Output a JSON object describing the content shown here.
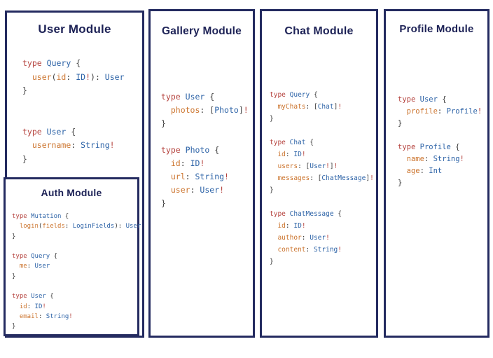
{
  "colors": {
    "border": "#242b60",
    "title": "#1d2256",
    "kw": "#b5433e",
    "type": "#2d63a7",
    "field": "#cc752f",
    "punct": "#3d3d3d"
  },
  "panels": [
    {
      "title": "User Module",
      "code": [
        [
          [
            "type",
            "k"
          ],
          [
            " ",
            "p"
          ],
          [
            "Query",
            "t"
          ],
          [
            " {",
            "p"
          ]
        ],
        [
          [
            "  ",
            "p"
          ],
          [
            "user",
            "f"
          ],
          [
            "(",
            "p"
          ],
          [
            "id",
            "f"
          ],
          [
            ": ",
            "p"
          ],
          [
            "ID",
            "t"
          ],
          [
            "!",
            "k"
          ],
          [
            "): ",
            "p"
          ],
          [
            "User",
            "t"
          ]
        ],
        [
          [
            "}",
            "p"
          ]
        ],
        [],
        [],
        [
          [
            "type",
            "k"
          ],
          [
            " ",
            "p"
          ],
          [
            "User",
            "t"
          ],
          [
            " {",
            "p"
          ]
        ],
        [
          [
            "  ",
            "p"
          ],
          [
            "username",
            "f"
          ],
          [
            ": ",
            "p"
          ],
          [
            "String",
            "t"
          ],
          [
            "!",
            "k"
          ]
        ],
        [
          [
            "}",
            "p"
          ]
        ]
      ]
    },
    {
      "title": "Gallery Module",
      "code": [
        [
          [
            "type",
            "k"
          ],
          [
            " ",
            "p"
          ],
          [
            "User",
            "t"
          ],
          [
            " {",
            "p"
          ]
        ],
        [
          [
            "  ",
            "p"
          ],
          [
            "photos",
            "f"
          ],
          [
            ": ",
            "p"
          ],
          [
            "[",
            "p"
          ],
          [
            "Photo",
            "t"
          ],
          [
            "]",
            "p"
          ],
          [
            "!",
            "k"
          ]
        ],
        [
          [
            "}",
            "p"
          ]
        ],
        [],
        [
          [
            "type",
            "k"
          ],
          [
            " ",
            "p"
          ],
          [
            "Photo",
            "t"
          ],
          [
            " {",
            "p"
          ]
        ],
        [
          [
            "  ",
            "p"
          ],
          [
            "id",
            "f"
          ],
          [
            ": ",
            "p"
          ],
          [
            "ID",
            "t"
          ],
          [
            "!",
            "k"
          ]
        ],
        [
          [
            "  ",
            "p"
          ],
          [
            "url",
            "f"
          ],
          [
            ": ",
            "p"
          ],
          [
            "String",
            "t"
          ],
          [
            "!",
            "k"
          ]
        ],
        [
          [
            "  ",
            "p"
          ],
          [
            "user",
            "f"
          ],
          [
            ": ",
            "p"
          ],
          [
            "User",
            "t"
          ],
          [
            "!",
            "k"
          ]
        ],
        [
          [
            "}",
            "p"
          ]
        ]
      ]
    },
    {
      "title": "Chat Module",
      "code": [
        [
          [
            "type",
            "k"
          ],
          [
            " ",
            "p"
          ],
          [
            "Query",
            "t"
          ],
          [
            " {",
            "p"
          ]
        ],
        [
          [
            "  ",
            "p"
          ],
          [
            "myChats",
            "f"
          ],
          [
            ": ",
            "p"
          ],
          [
            "[",
            "p"
          ],
          [
            "Chat",
            "t"
          ],
          [
            "]",
            "p"
          ],
          [
            "!",
            "k"
          ]
        ],
        [
          [
            "}",
            "p"
          ]
        ],
        [],
        [
          [
            "type",
            "k"
          ],
          [
            " ",
            "p"
          ],
          [
            "Chat",
            "t"
          ],
          [
            " {",
            "p"
          ]
        ],
        [
          [
            "  ",
            "p"
          ],
          [
            "id",
            "f"
          ],
          [
            ": ",
            "p"
          ],
          [
            "ID",
            "t"
          ],
          [
            "!",
            "k"
          ]
        ],
        [
          [
            "  ",
            "p"
          ],
          [
            "users",
            "f"
          ],
          [
            ": ",
            "p"
          ],
          [
            "[",
            "p"
          ],
          [
            "User",
            "t"
          ],
          [
            "!",
            "k"
          ],
          [
            "]",
            "p"
          ],
          [
            "!",
            "k"
          ]
        ],
        [
          [
            "  ",
            "p"
          ],
          [
            "messages",
            "f"
          ],
          [
            ": ",
            "p"
          ],
          [
            "[",
            "p"
          ],
          [
            "ChatMessage",
            "t"
          ],
          [
            "]",
            "p"
          ],
          [
            "!",
            "k"
          ]
        ],
        [
          [
            "}",
            "p"
          ]
        ],
        [],
        [
          [
            "type",
            "k"
          ],
          [
            " ",
            "p"
          ],
          [
            "ChatMessage",
            "t"
          ],
          [
            " {",
            "p"
          ]
        ],
        [
          [
            "  ",
            "p"
          ],
          [
            "id",
            "f"
          ],
          [
            ": ",
            "p"
          ],
          [
            "ID",
            "t"
          ],
          [
            "!",
            "k"
          ]
        ],
        [
          [
            "  ",
            "p"
          ],
          [
            "author",
            "f"
          ],
          [
            ": ",
            "p"
          ],
          [
            "User",
            "t"
          ],
          [
            "!",
            "k"
          ]
        ],
        [
          [
            "  ",
            "p"
          ],
          [
            "content",
            "f"
          ],
          [
            ": ",
            "p"
          ],
          [
            "String",
            "t"
          ],
          [
            "!",
            "k"
          ]
        ],
        [
          [
            "}",
            "p"
          ]
        ]
      ]
    },
    {
      "title": "Profile Module",
      "code": [
        [
          [
            "type",
            "k"
          ],
          [
            " ",
            "p"
          ],
          [
            "User",
            "t"
          ],
          [
            " {",
            "p"
          ]
        ],
        [
          [
            "  ",
            "p"
          ],
          [
            "profile",
            "f"
          ],
          [
            ": ",
            "p"
          ],
          [
            "Profile",
            "t"
          ],
          [
            "!",
            "k"
          ]
        ],
        [
          [
            "}",
            "p"
          ]
        ],
        [],
        [
          [
            "type",
            "k"
          ],
          [
            " ",
            "p"
          ],
          [
            "Profile",
            "t"
          ],
          [
            " {",
            "p"
          ]
        ],
        [
          [
            "  ",
            "p"
          ],
          [
            "name",
            "f"
          ],
          [
            ": ",
            "p"
          ],
          [
            "String",
            "t"
          ],
          [
            "!",
            "k"
          ]
        ],
        [
          [
            "  ",
            "p"
          ],
          [
            "age",
            "f"
          ],
          [
            ": ",
            "p"
          ],
          [
            "Int",
            "t"
          ]
        ],
        [
          [
            "}",
            "p"
          ]
        ]
      ]
    }
  ],
  "auth": {
    "title": "Auth Module",
    "code": [
      [
        [
          "type",
          "k"
        ],
        [
          " ",
          "p"
        ],
        [
          "Mutation",
          "t"
        ],
        [
          " {",
          "p"
        ]
      ],
      [
        [
          "  ",
          "p"
        ],
        [
          "login",
          "f"
        ],
        [
          "(",
          "p"
        ],
        [
          "fields",
          "f"
        ],
        [
          ": ",
          "p"
        ],
        [
          "LoginFields",
          "t"
        ],
        [
          "): ",
          "p"
        ],
        [
          "User",
          "t"
        ]
      ],
      [
        [
          "}",
          "p"
        ]
      ],
      [],
      [
        [
          "type",
          "k"
        ],
        [
          " ",
          "p"
        ],
        [
          "Query",
          "t"
        ],
        [
          " {",
          "p"
        ]
      ],
      [
        [
          "  ",
          "p"
        ],
        [
          "me",
          "f"
        ],
        [
          ": ",
          "p"
        ],
        [
          "User",
          "t"
        ]
      ],
      [
        [
          "}",
          "p"
        ]
      ],
      [],
      [
        [
          "type",
          "k"
        ],
        [
          " ",
          "p"
        ],
        [
          "User",
          "t"
        ],
        [
          " {",
          "p"
        ]
      ],
      [
        [
          "  ",
          "p"
        ],
        [
          "id",
          "f"
        ],
        [
          ": ",
          "p"
        ],
        [
          "ID",
          "t"
        ],
        [
          "!",
          "k"
        ]
      ],
      [
        [
          "  ",
          "p"
        ],
        [
          "email",
          "f"
        ],
        [
          ": ",
          "p"
        ],
        [
          "String",
          "t"
        ],
        [
          "!",
          "k"
        ]
      ],
      [
        [
          "}",
          "p"
        ]
      ]
    ]
  }
}
